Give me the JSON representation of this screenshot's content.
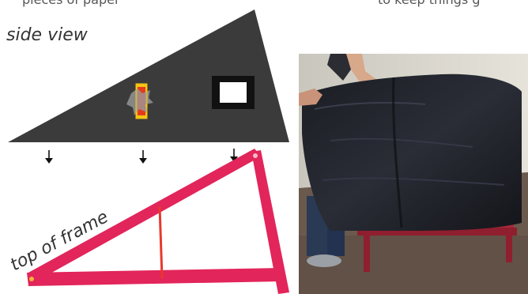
{
  "labels": {
    "side_view": "side view",
    "top_of_frame": "top of frame"
  },
  "top_strip": {
    "left_fragment": "pieces of paper",
    "right_fragment": "to keep things g"
  },
  "colors": {
    "panel": "#3b3b3b",
    "frame": "#e2255a",
    "crossbar": "#e8392d",
    "window_border": "#111111",
    "window_fill": "#ffffff",
    "arrow": "#111111"
  },
  "icons": {
    "arrows": [
      "down-arrow-icon",
      "down-arrow-icon",
      "down-arrow-icon"
    ]
  }
}
